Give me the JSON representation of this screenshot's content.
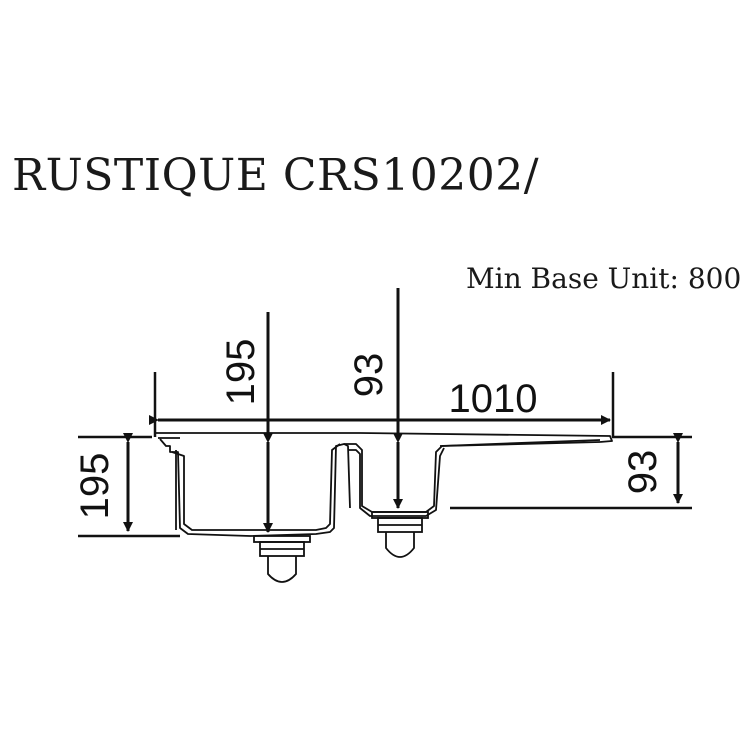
{
  "title": "RUSTIQUE CRS10202/",
  "min_base_unit": "Min Base Unit: 800",
  "dimensions": {
    "overall_width": "1010",
    "main_bowl_depth": "195",
    "main_bowl_depth_side": "195",
    "second_bowl_depth": "93",
    "second_bowl_depth_side": "93"
  },
  "colors": {
    "line": "#111111",
    "background": "#ffffff"
  }
}
